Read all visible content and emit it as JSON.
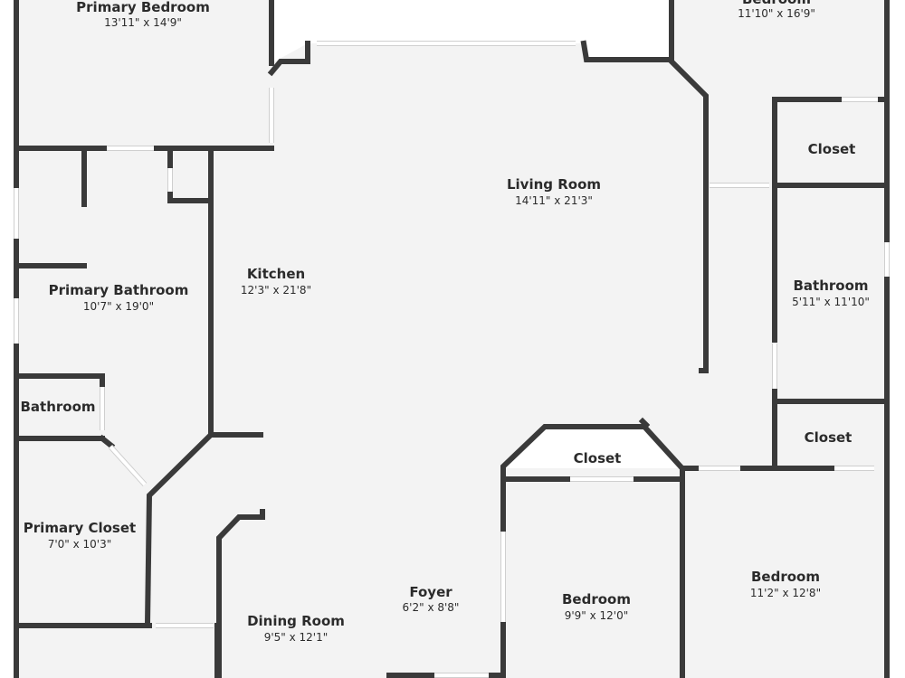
{
  "rooms": {
    "primary_bedroom": {
      "name": "Primary Bedroom",
      "dims": "13'11\" x 14'9\""
    },
    "bedroom_top": {
      "name": "Bedroom",
      "dims": "11'10\" x 16'9\""
    },
    "closet_top": {
      "name": "Closet",
      "dims": ""
    },
    "living_room": {
      "name": "Living Room",
      "dims": "14'11\" x 21'3\""
    },
    "kitchen": {
      "name": "Kitchen",
      "dims": "12'3\" x 21'8\""
    },
    "primary_bathroom": {
      "name": "Primary Bathroom",
      "dims": "10'7\" x 19'0\""
    },
    "bathroom_right": {
      "name": "Bathroom",
      "dims": "5'11\" x 11'10\""
    },
    "bathroom_left": {
      "name": "Bathroom",
      "dims": ""
    },
    "closet_right": {
      "name": "Closet",
      "dims": ""
    },
    "closet_center": {
      "name": "Closet",
      "dims": ""
    },
    "primary_closet": {
      "name": "Primary Closet",
      "dims": "7'0\" x 10'3\""
    },
    "bedroom_right": {
      "name": "Bedroom",
      "dims": "11'2\" x 12'8\""
    },
    "foyer": {
      "name": "Foyer",
      "dims": "6'2\" x 8'8\""
    },
    "bedroom_center": {
      "name": "Bedroom",
      "dims": "9'9\" x 12'0\""
    },
    "dining_room": {
      "name": "Dining Room",
      "dims": "9'5\" x 12'1\""
    }
  },
  "colors": {
    "wall": "#3a3a3a",
    "floor": "#f3f3f3",
    "text": "#2b2b2b"
  }
}
